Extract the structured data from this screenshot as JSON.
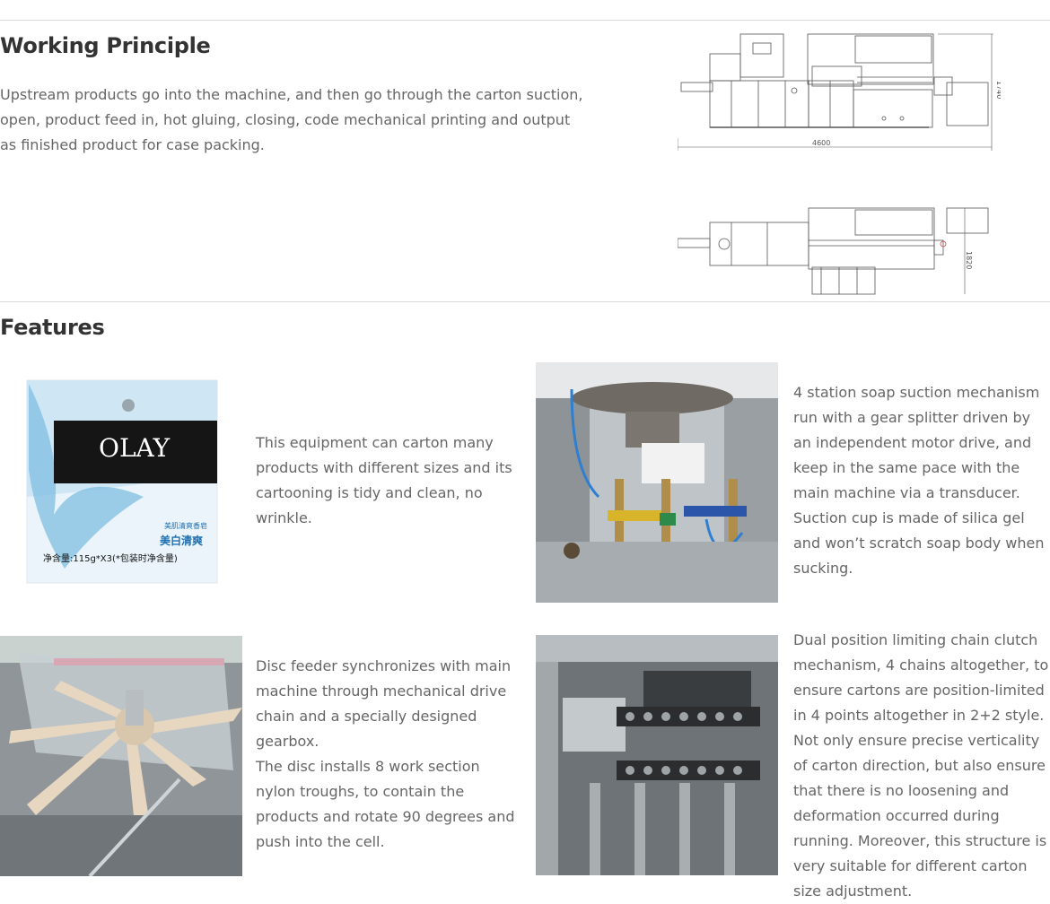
{
  "working": {
    "title": "Working Principle",
    "text": "Upstream products go into the machine, and then go through the carton suction, open, product feed in, hot gluing, closing, code mechanical printing and output as finished product for case packing.",
    "drawing_top": {
      "dim_width": "4600",
      "dim_height": "1740"
    },
    "drawing_bottom": {
      "dim_height": "1820"
    }
  },
  "features": {
    "title": "Features",
    "items": [
      {
        "paragraphs": [
          "This equipment can carton many products with different sizes and its cartooning is tidy and clean, no wrinkle."
        ],
        "image": {
          "brand": "OLAY",
          "label_cn": "美白清爽",
          "small_cn": "美肌清爽香皂",
          "weight_cn": "净含量:115g*X3(*包装时净含量)"
        }
      },
      {
        "paragraphs": [
          "4 station soap suction mechanism run with a gear splitter driven by an independent motor drive, and keep in the same pace with the main machine via a transducer. Suction cup is made of silica gel and won’t scratch soap body when sucking."
        ]
      },
      {
        "paragraphs": [
          "Disc feeder synchronizes with main machine through mechanical drive chain and a specially designed gearbox.",
          "The disc installs 8 work section nylon troughs, to contain the products and rotate 90 degrees and push into the cell."
        ]
      },
      {
        "paragraphs": [
          "Dual position limiting chain clutch mechanism, 4 chains altogether, to ensure cartons are position-limited in 4 points altogether in 2+2 style. Not only ensure precise verticality of carton direction, but also ensure that there is no loosening and deformation occurred during running. Moreover, this structure is very suitable for different carton size adjustment."
        ]
      }
    ]
  }
}
